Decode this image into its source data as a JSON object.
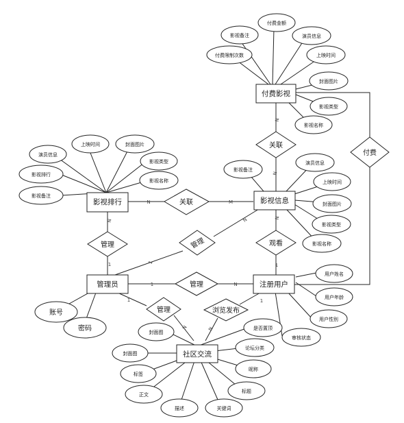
{
  "entities": {
    "paid_film": "付费影视",
    "film_info": "影视信息",
    "film_rank": "影视排行",
    "admin": "管理员",
    "user": "注册用户",
    "community": "社区交流"
  },
  "relationships": {
    "relate_top": "关联",
    "pay": "付费",
    "relate_mid": "关联",
    "manage_rank": "管理",
    "manage_info": "管理",
    "watch": "观看",
    "manage_user": "管理",
    "manage_comm": "管理",
    "browse_post": "浏览发布"
  },
  "attributes": {
    "paid_film": [
      "影视备注",
      "付费金额",
      "演员信息",
      "付费限制次数",
      "上映时间",
      "封面图片",
      "影视类型",
      "影视名称"
    ],
    "film_info": [
      "影视备注",
      "演员信息",
      "上映时间",
      "封面图片",
      "影视类型",
      "影视名称"
    ],
    "film_rank": [
      "上映时间",
      "封面图片",
      "演员信息",
      "影视类型",
      "影视排行",
      "影视名称",
      "影视备注"
    ],
    "admin": [
      "账号",
      "密码"
    ],
    "user": [
      "用户姓名",
      "用户年龄",
      "用户性别",
      "审核状态"
    ],
    "community": [
      "封面图",
      "是否置顶",
      "封面图",
      "论坛分类",
      "标签",
      "昵称",
      "正文",
      "标题",
      "描述",
      "关键词"
    ]
  },
  "cardinality": {
    "one": "1",
    "many": "N",
    "many_m": "M"
  }
}
